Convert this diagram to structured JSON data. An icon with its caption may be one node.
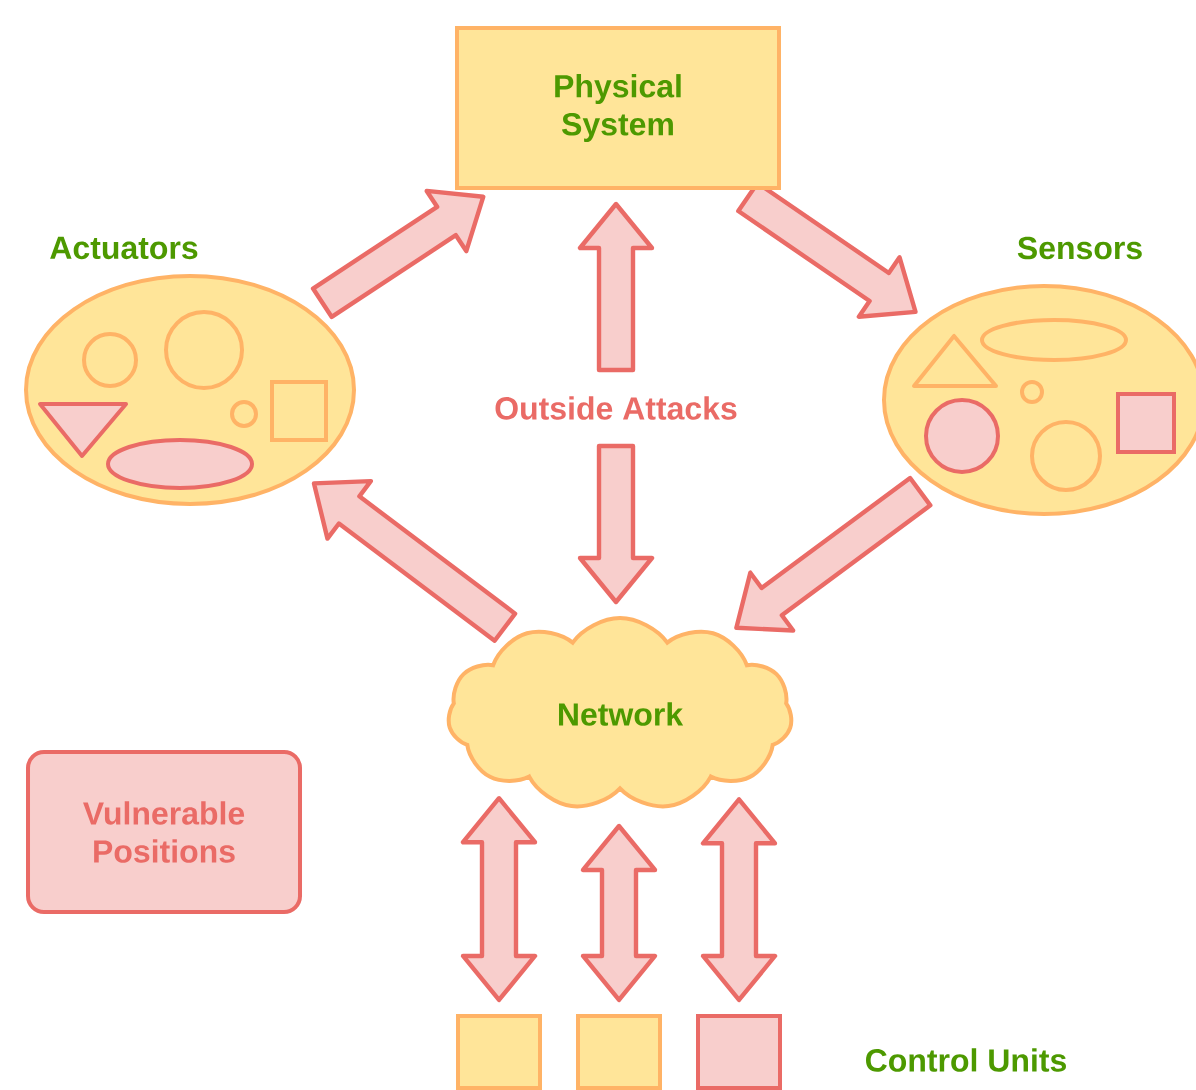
{
  "diagram": {
    "nodes": [
      {
        "text": [
          "Physical System"
        ]
      },
      {
        "text": [
          "Actuators"
        ]
      },
      {
        "text": [
          "Sensors"
        ]
      },
      {
        "text": [
          "Outside Attacks"
        ]
      },
      {
        "text": [
          "Network"
        ]
      },
      {
        "text": [
          "Vulnerable Positions"
        ]
      },
      {
        "text": [],
        "shape": "box"
      },
      {
        "text": [],
        "shape": "box"
      },
      {
        "text": [],
        "shape": "box"
      }
    ],
    "edges": [
      {
        "from": 1,
        "to": 0,
        "arrow": "to"
      },
      {
        "from": 0,
        "to": 2,
        "arrow": "to"
      },
      {
        "from": 2,
        "to": 4,
        "arrow": "to"
      },
      {
        "from": 4,
        "to": 1,
        "arrow": "to"
      },
      {
        "from": 3,
        "to": 0,
        "arrow": "to"
      },
      {
        "from": 3,
        "to": 4,
        "arrow": "to"
      },
      {
        "from": 4,
        "to": 6,
        "arrow": "both"
      },
      {
        "from": 4,
        "to": 7,
        "arrow": "both"
      },
      {
        "from": 4,
        "to": 8,
        "arrow": "both"
      }
    ],
    "labels": [
      "Control Units"
    ]
  }
}
